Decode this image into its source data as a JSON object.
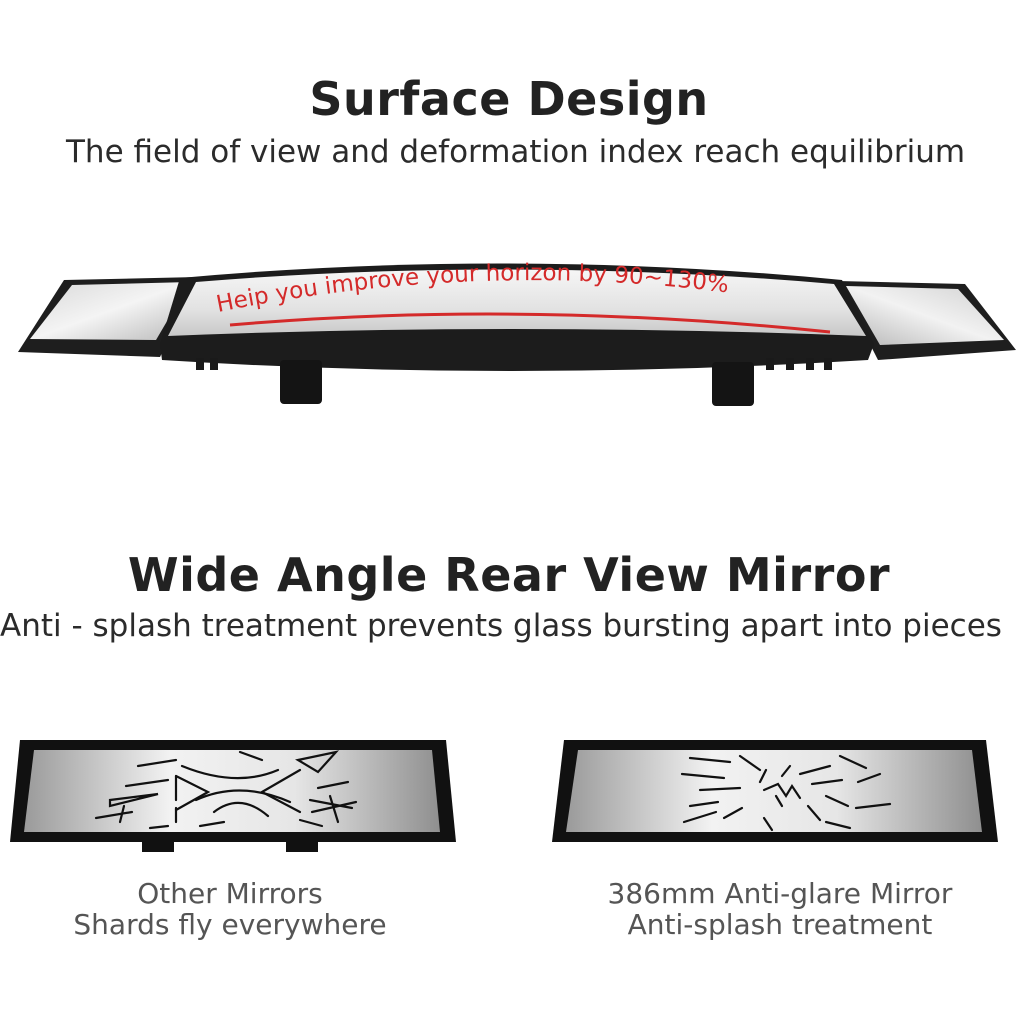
{
  "section1": {
    "title": "Surface Design",
    "subtitle": "The field of view and deformation index reach equilibrium",
    "mirror_banner": "Heip you improve your horizon by 90~130%"
  },
  "section2": {
    "title": "Wide Angle Rear View Mirror",
    "subtitle": "Anti - splash treatment prevents glass bursting apart into pieces"
  },
  "comparison": {
    "left": {
      "line1": "Other Mirrors",
      "line2": "Shards fly everywhere"
    },
    "right": {
      "line1": "386mm Anti-glare Mirror",
      "line2": "Anti-splash treatment"
    }
  },
  "colors": {
    "banner_text": "#d42a2a",
    "frame": "#1a1a1a"
  }
}
